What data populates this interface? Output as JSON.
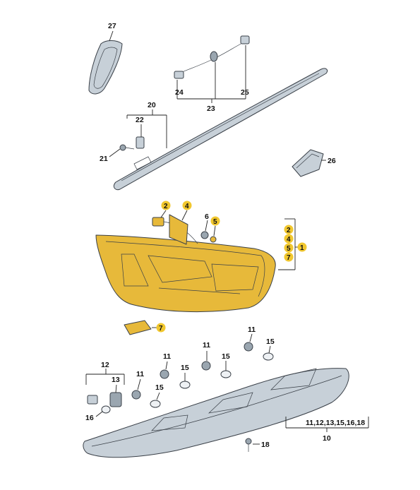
{
  "colors": {
    "highlight": "#f1c72e",
    "housing_fill": "#e7b93a",
    "part_fill": "#c7d0d8",
    "part_shade": "#9aa6b0",
    "outline": "#3a4048"
  },
  "labels": {
    "l27": "27",
    "l24": "24",
    "l25": "25",
    "l23": "23",
    "l20": "20",
    "l22": "22",
    "l21": "21",
    "l26": "26",
    "l2a": "2",
    "l4a": "4",
    "l6": "6",
    "l5a": "5",
    "l2b": "2",
    "l4b": "4",
    "l5b": "5",
    "l1": "1",
    "l7a": "7",
    "l7b": "7",
    "l11a": "11",
    "l15a": "15",
    "l11b": "11",
    "l15b": "15",
    "l11c": "11",
    "l15c": "15",
    "l11d": "11",
    "l15d": "15",
    "l12": "12",
    "l13": "13",
    "l16": "16",
    "l18": "18",
    "l10_list": "11,12,13,15,16,18",
    "l10": "10"
  }
}
